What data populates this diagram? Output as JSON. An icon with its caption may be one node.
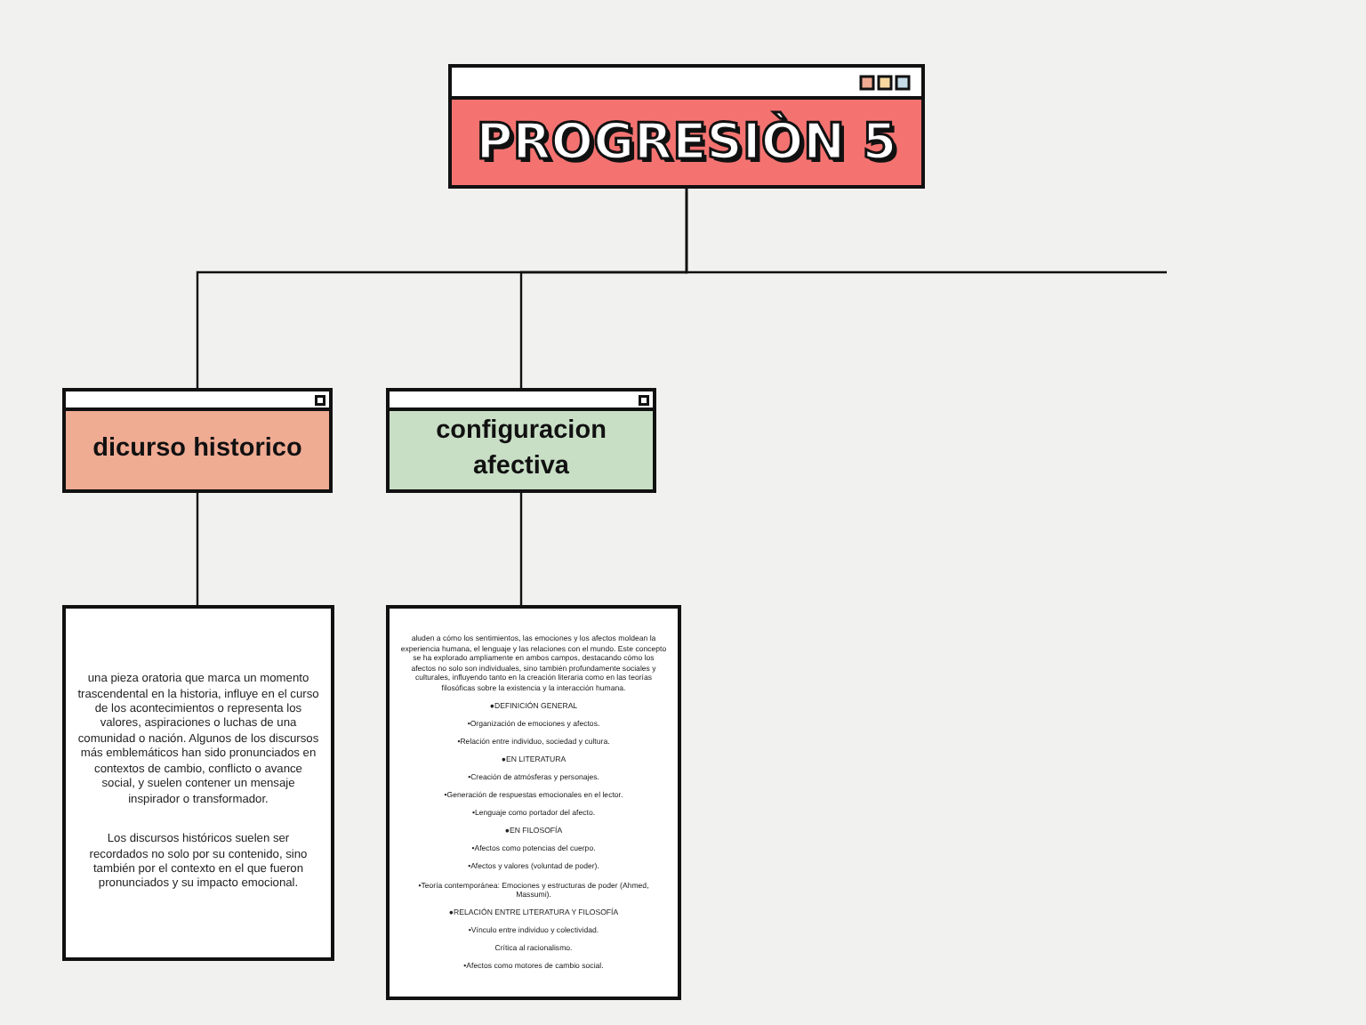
{
  "diagram": {
    "nodes": [
      {
        "text": [
          "PROGRESIÒN 5"
        ]
      },
      {
        "text": [
          "dicurso historico"
        ]
      },
      {
        "text": [
          "configuracion afectiva"
        ]
      },
      {
        "text": [
          "una pieza oratoria que marca un momento trascendental en la historia, influye en el curso de los acontecimientos o representa los valores, aspiraciones o luchas de una comunidad o nación. Algunos de los discursos más emblemáticos han sido pronunciados en contextos de cambio, conflicto o avance social, y suelen contener un mensaje inspirador o transformador.",
          "Los discursos históricos suelen ser recordados no solo por su contenido, sino también por el contexto en el que fueron pronunciados y su impacto emocional."
        ]
      },
      {
        "text": [
          "aluden a cómo los sentimientos, las emociones y los afectos moldean la experiencia humana, el lenguaje y las relaciones con el mundo. Este concepto se ha explorado ampliamente en ambos campos, destacando cómo los afectos no solo son individuales, sino también profundamente sociales y culturales, influyendo tanto en la creación literaria como en las teorías filosóficas sobre la existencia y la interacción humana.",
          "●DEFINICIÓN GENERAL",
          "•Organización de emociones y afectos.",
          "•Relación entre individuo, sociedad y cultura.",
          "●EN LITERATURA",
          "•Creación de atmósferas y personajes.",
          "•Generación de respuestas emocionales en el lector.",
          "•Lenguaje como portador del afecto.",
          "●EN FILOSOFÍA",
          "•Afectos como potencias del cuerpo.",
          "•Afectos y valores (voluntad de poder).",
          "•Teoría contemporánea: Emociones y estructuras de poder (Ahmed, Massumi).",
          "●RELACIÓN ENTRE LITERATURA Y FILOSOFÍA",
          "•Vínculo entre individuo y colectividad.",
          "Crítica al racionalismo.",
          "•Afectos como motores de cambio social."
        ]
      }
    ],
    "edges": [
      {
        "from": 0,
        "to": 1,
        "arrow": "none"
      },
      {
        "from": 0,
        "to": 2,
        "arrow": "none"
      },
      {
        "from": 0,
        "to": null,
        "arrow": "none"
      },
      {
        "from": 1,
        "to": 3,
        "arrow": "none"
      },
      {
        "from": 2,
        "to": 4,
        "arrow": "none"
      }
    ]
  }
}
